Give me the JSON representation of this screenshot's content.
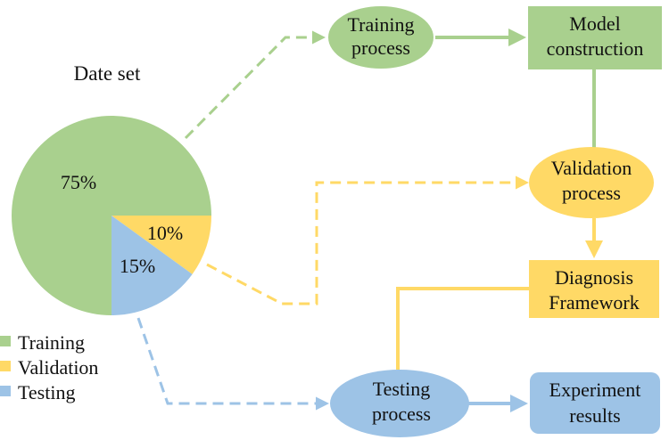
{
  "dataset": {
    "title": "Date set",
    "slices": [
      {
        "name": "Training",
        "percent": 75,
        "label": "75%",
        "color": "#a9d08e"
      },
      {
        "name": "Validation",
        "percent": 10,
        "label": "10%",
        "color": "#ffd966"
      },
      {
        "name": "Testing",
        "percent": 15,
        "label": "15%",
        "color": "#9dc3e6"
      }
    ]
  },
  "legend": [
    {
      "label": "Training",
      "color": "#a9d08e"
    },
    {
      "label": "Validation",
      "color": "#ffd966"
    },
    {
      "label": "Testing",
      "color": "#9dc3e6"
    }
  ],
  "nodes": {
    "training_process": {
      "line1": "Training",
      "line2": "process",
      "color": "#a9d08e"
    },
    "model_construction": {
      "line1": "Model",
      "line2": "construction",
      "color": "#a9d08e"
    },
    "validation_process": {
      "line1": "Validation",
      "line2": "process",
      "color": "#ffd966"
    },
    "diagnosis_framework": {
      "line1": "Diagnosis",
      "line2": "Framework",
      "color": "#ffd966"
    },
    "testing_process": {
      "line1": "Testing",
      "line2": "process",
      "color": "#9dc3e6"
    },
    "experiment_results": {
      "line1": "Experiment",
      "line2": "results",
      "color": "#9dc3e6"
    }
  },
  "colors": {
    "green_line": "#a9d08e",
    "yellow_line": "#ffd966",
    "blue_line": "#9dc3e6"
  }
}
